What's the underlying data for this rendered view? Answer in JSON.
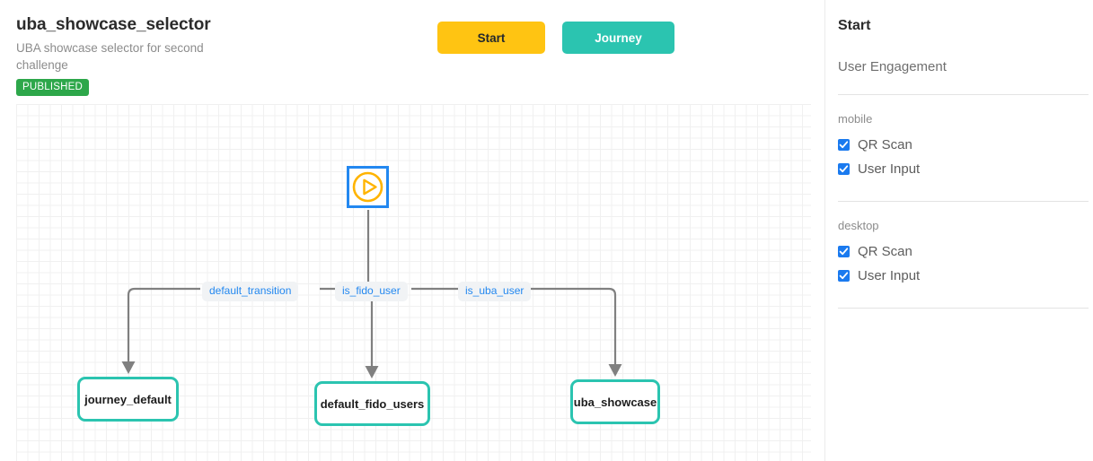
{
  "header": {
    "title": "uba_showcase_selector",
    "subtitle": "UBA showcase selector for second challenge",
    "status": "PUBLISHED",
    "status_color": "#2da74a",
    "buttons": [
      {
        "label": "Start",
        "color": "#ffc412",
        "text_color": "#23282d"
      },
      {
        "label": "Journey",
        "color": "#2bc4b0",
        "text_color": "#ffffff"
      }
    ]
  },
  "canvas": {
    "start_node": {
      "icon": "play-circle-icon",
      "selected": true,
      "selection_color": "#2388f0",
      "icon_color": "#ffb400"
    },
    "nodes": [
      {
        "label": "journey_default",
        "border_color": "#2bc4b0"
      },
      {
        "label": "default_fido_users",
        "border_color": "#2bc4b0"
      },
      {
        "label": "uba_showcase",
        "border_color": "#2bc4b0"
      }
    ],
    "edge_labels": [
      {
        "label": "default_transition",
        "color": "#2388f0"
      },
      {
        "label": "is_fido_user",
        "color": "#2388f0"
      },
      {
        "label": "is_uba_user",
        "color": "#2388f0"
      }
    ],
    "edge_color": "#808080"
  },
  "sidebar": {
    "title": "Start",
    "description": "User Engagement",
    "groups": [
      {
        "name": "mobile",
        "options": [
          {
            "label": "QR Scan",
            "checked": true
          },
          {
            "label": "User Input",
            "checked": true
          }
        ]
      },
      {
        "name": "desktop",
        "options": [
          {
            "label": "QR Scan",
            "checked": true
          },
          {
            "label": "User Input",
            "checked": true
          }
        ]
      }
    ],
    "checkbox_color": "#1a7aef"
  }
}
